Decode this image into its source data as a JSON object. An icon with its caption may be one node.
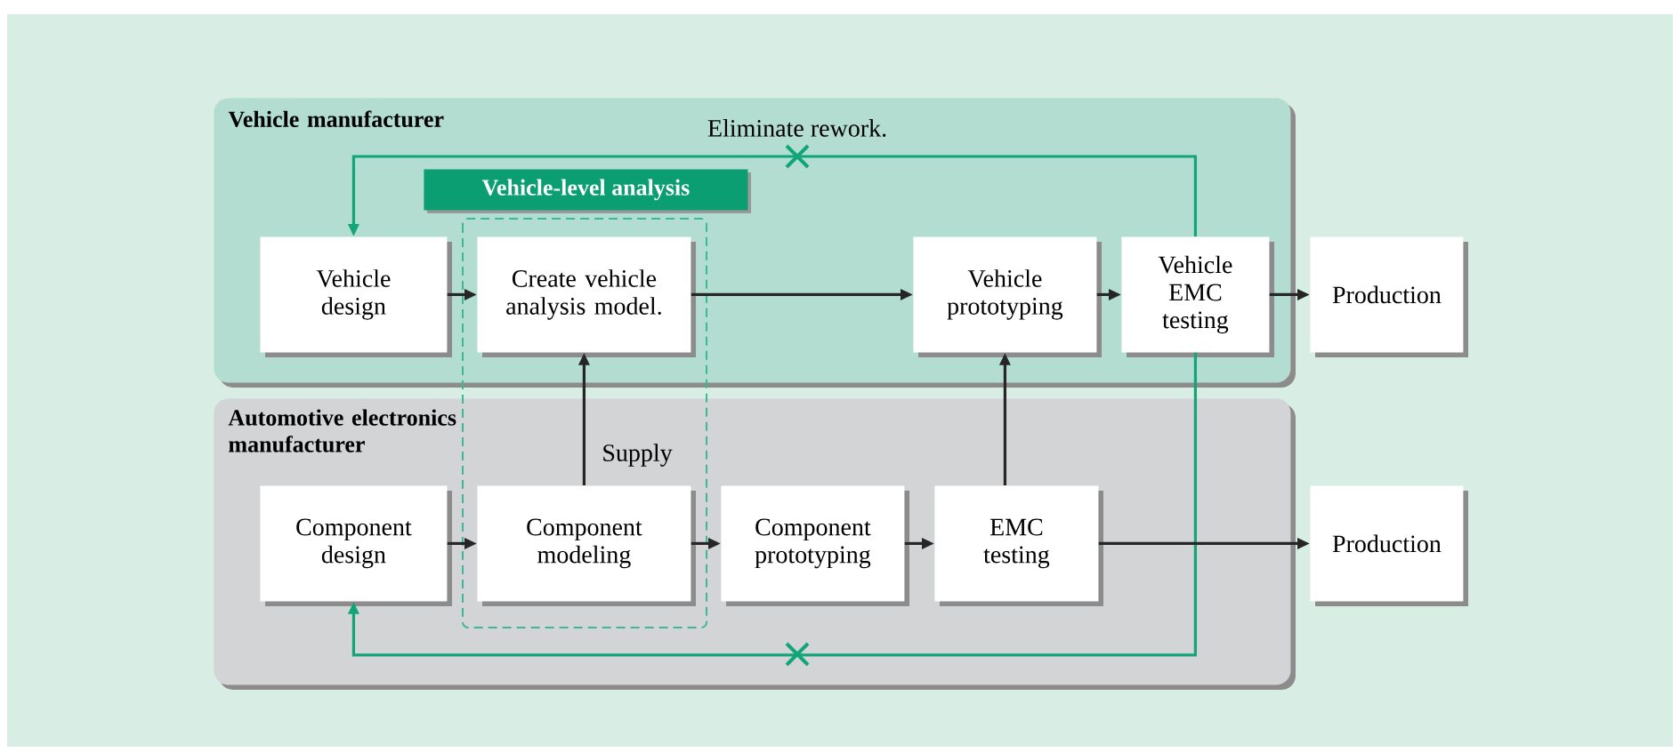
{
  "diagram": {
    "nodes": [
      {
        "text": [
          "Vehicle manufacturer"
        ]
      },
      {
        "text": [
          "Vehicle design"
        ],
        "in": 0
      },
      {
        "text": [
          "Create vehicle analysis model."
        ],
        "in": 0
      },
      {
        "text": [
          "Vehicle prototyping"
        ],
        "in": 0
      },
      {
        "text": [
          "Vehicle EMC testing"
        ],
        "in": 0
      },
      {
        "text": [
          "Production"
        ]
      },
      {
        "text": [
          "Automotive electronics manufacturer"
        ]
      },
      {
        "text": [
          "Component design"
        ],
        "in": 6
      },
      {
        "text": [
          "Component modeling"
        ],
        "in": 6
      },
      {
        "text": [
          "Component prototyping"
        ],
        "in": 6
      },
      {
        "text": [
          "EMC testing"
        ],
        "in": 6
      },
      {
        "text": [
          "Production"
        ]
      },
      {
        "text": [
          "Vehicle-level analysis"
        ],
        "in": 0
      }
    ],
    "edges": [
      {
        "from": 1,
        "to": 2,
        "arrow": "to"
      },
      {
        "from": 2,
        "to": 3,
        "arrow": "to"
      },
      {
        "from": 3,
        "to": 4,
        "arrow": "to"
      },
      {
        "from": 4,
        "to": 5,
        "arrow": "to"
      },
      {
        "from": 4,
        "to": 1,
        "arrow": "to",
        "label": "Eliminate rework.",
        "color": "#12a57a"
      },
      {
        "from": 4,
        "to": 7,
        "arrow": "to",
        "color": "#12a57a"
      },
      {
        "from": 7,
        "to": 8,
        "arrow": "to"
      },
      {
        "from": 8,
        "to": 9,
        "arrow": "to"
      },
      {
        "from": 9,
        "to": 10,
        "arrow": "to"
      },
      {
        "from": 10,
        "to": 11,
        "arrow": "to"
      },
      {
        "from": 8,
        "to": 2,
        "arrow": "to",
        "label": "Supply"
      },
      {
        "from": 10,
        "to": 3,
        "arrow": "to"
      }
    ]
  }
}
